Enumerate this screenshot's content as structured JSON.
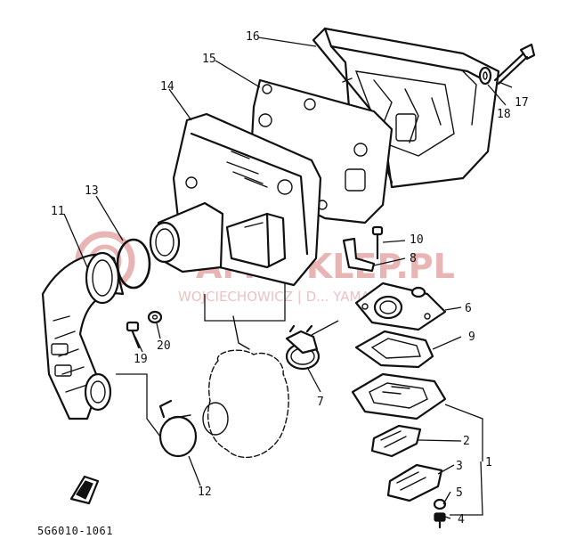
{
  "diagram_code": "5G6010-1061",
  "watermark": {
    "brand": "AMRSKLEP.PL",
    "subtitle": "WOJCIECHOWICZ | D... YAMAHA"
  },
  "callouts": [
    {
      "id": "1",
      "text": "1"
    },
    {
      "id": "2",
      "text": "2"
    },
    {
      "id": "3",
      "text": "3"
    },
    {
      "id": "4",
      "text": "4"
    },
    {
      "id": "5",
      "text": "5"
    },
    {
      "id": "6",
      "text": "6"
    },
    {
      "id": "7",
      "text": "7"
    },
    {
      "id": "8",
      "text": "8"
    },
    {
      "id": "9",
      "text": "9"
    },
    {
      "id": "10",
      "text": "10"
    },
    {
      "id": "11",
      "text": "11"
    },
    {
      "id": "12",
      "text": "12"
    },
    {
      "id": "13",
      "text": "13"
    },
    {
      "id": "14",
      "text": "14"
    },
    {
      "id": "15",
      "text": "15"
    },
    {
      "id": "16",
      "text": "16"
    },
    {
      "id": "17",
      "text": "17"
    },
    {
      "id": "18",
      "text": "18"
    },
    {
      "id": "19",
      "text": "19"
    },
    {
      "id": "20",
      "text": "20"
    }
  ]
}
